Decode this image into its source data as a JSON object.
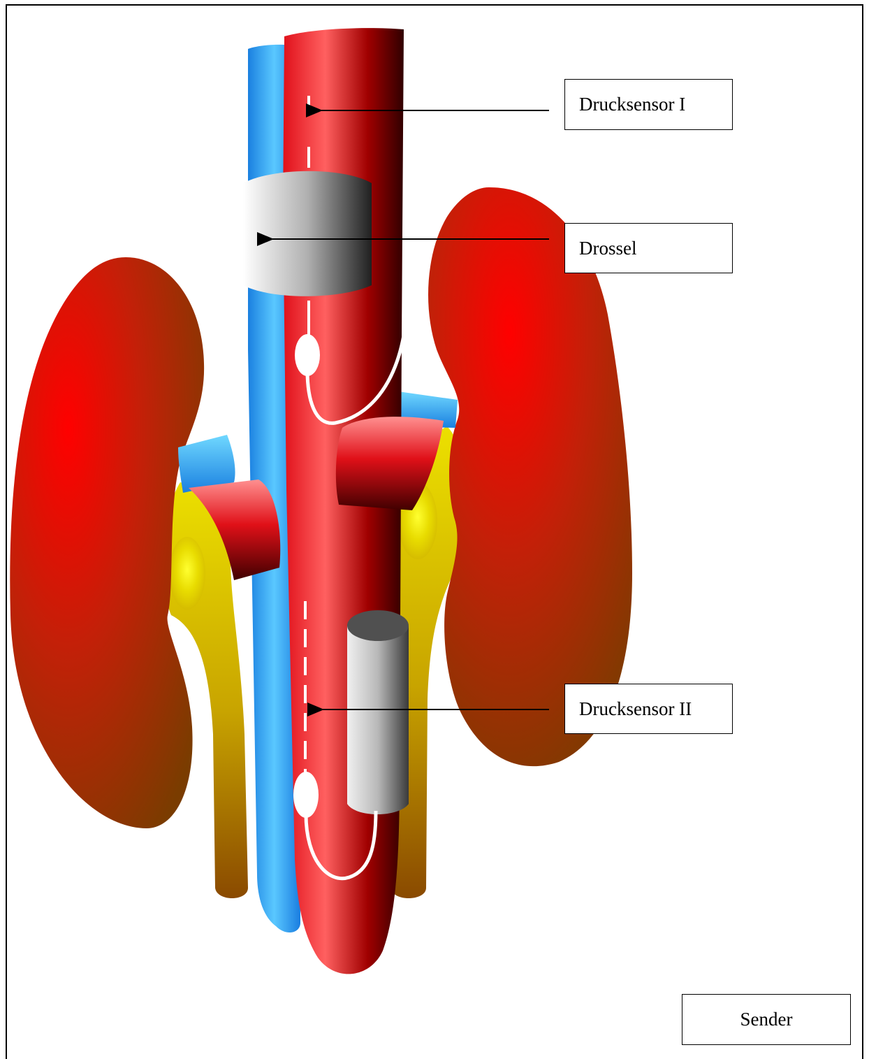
{
  "labels": {
    "sensor1": "Drucksensor I",
    "drossel": "Drossel",
    "sensor2": "Drucksensor II",
    "sender": "Sender"
  },
  "colors": {
    "aorta": "#e8101a",
    "vena_cava": "#2a9bf0",
    "kidney": "#c81a08",
    "ureter": "#e2cc00",
    "device": "#c8c8c8",
    "cable": "#ffffff",
    "arrow": "#000000"
  }
}
